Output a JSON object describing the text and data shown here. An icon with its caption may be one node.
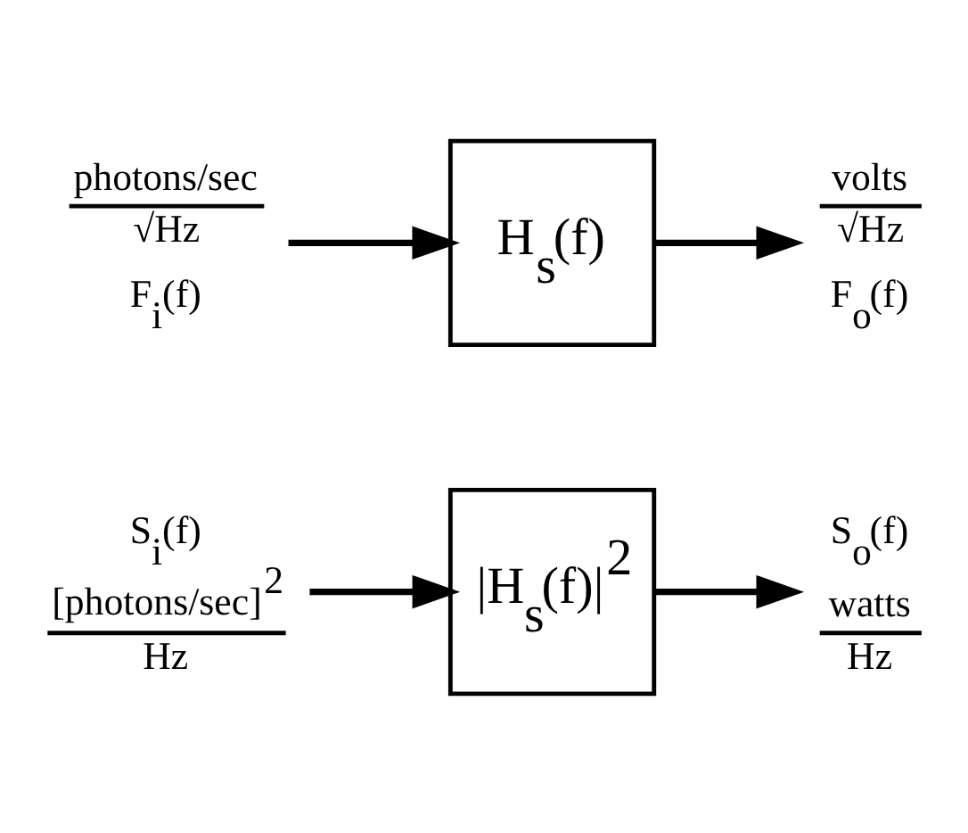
{
  "diagram": {
    "nodes": [
      {
        "text": [
          "photons/sec",
          "√Hz",
          "F$_{i}$(f)"
        ]
      },
      {
        "text": [
          "H$_{s}$(f)"
        ]
      },
      {
        "text": [
          "volts",
          "√Hz",
          "F$_{o}$(f)"
        ]
      },
      {
        "text": [
          "S$_{i}$(f)",
          "[photons/sec]$^{2}$",
          "Hz"
        ]
      },
      {
        "text": [
          "|H$_{s}$(f)|$^{2}$"
        ]
      },
      {
        "text": [
          "S$_{o}$(f)",
          "watts",
          "Hz"
        ]
      }
    ],
    "edges": [
      {
        "from": 0,
        "to": 1,
        "arrow": "to"
      },
      {
        "from": 1,
        "to": 2,
        "arrow": "to"
      },
      {
        "from": 3,
        "to": 4,
        "arrow": "to"
      },
      {
        "from": 4,
        "to": 5,
        "arrow": "to"
      }
    ]
  }
}
